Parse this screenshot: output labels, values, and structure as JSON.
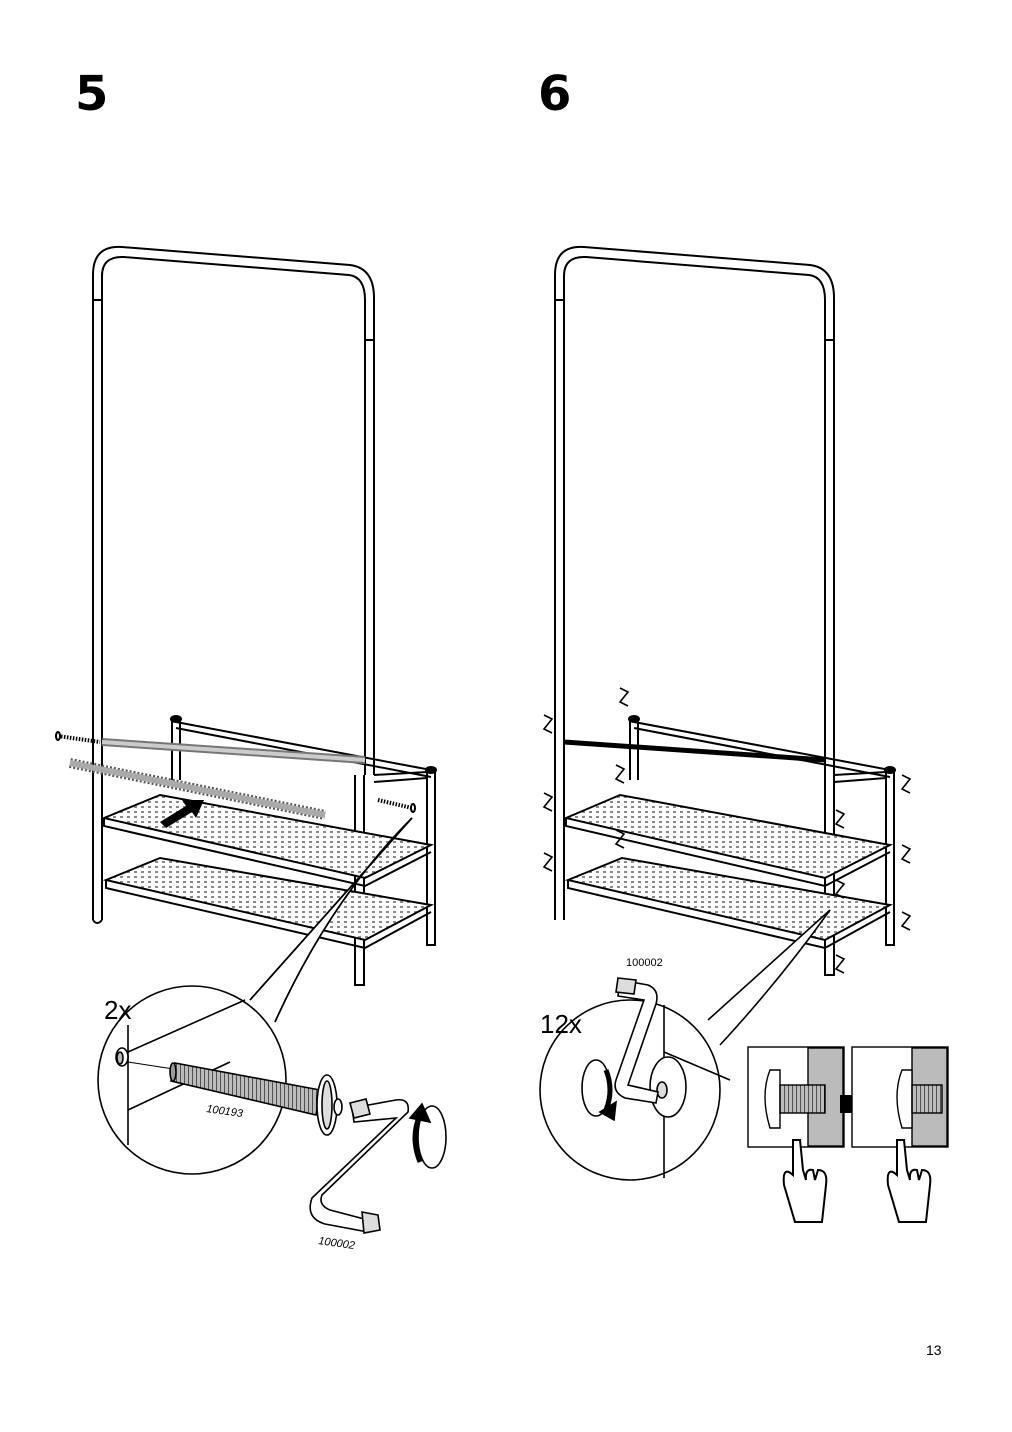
{
  "steps": [
    {
      "number": "5",
      "quantity": "2x",
      "parts": [
        {
          "label": "100193"
        },
        {
          "label": "100002"
        }
      ]
    },
    {
      "number": "6",
      "quantity": "12x",
      "parts": [
        {
          "label": "100002"
        }
      ]
    }
  ],
  "page_number": "13"
}
